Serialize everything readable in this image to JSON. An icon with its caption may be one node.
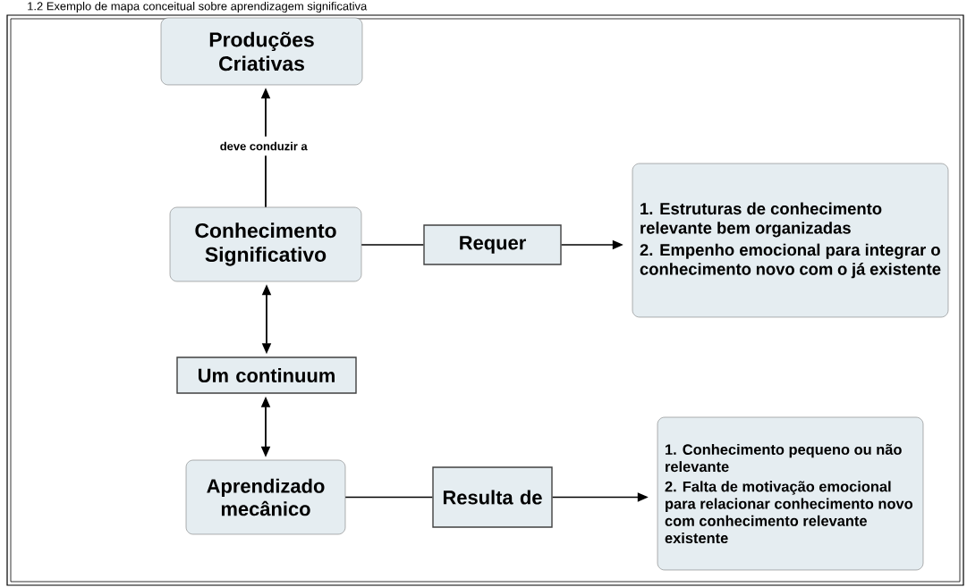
{
  "diagram": {
    "title": "1.2 Exemplo de mapa conceitual sobre aprendizagem significativa",
    "nodes": [
      {
        "text": [
          "Produções Criativas"
        ]
      },
      {
        "text": [
          "Conhecimento Significativo"
        ]
      },
      {
        "text": [
          "Requer"
        ]
      },
      {
        "text": [
          "1. Estruturas de conhecimento relevante bem organizadas",
          "2. Empenho emocional para integrar o conhecimento novo com o já existente"
        ]
      },
      {
        "text": [
          "Um continuum"
        ]
      },
      {
        "text": [
          "Aprendizado mecânico"
        ]
      },
      {
        "text": [
          "Resulta de"
        ]
      },
      {
        "text": [
          "1. Conhecimento pequeno ou não relevante",
          "2. Falta de motivação emocional para relacionar conhecimento novo com conhecimento relevante existente"
        ]
      }
    ],
    "edges": [
      {
        "from": 1,
        "to": 0,
        "arrow": "to",
        "label": "deve conduzir a"
      },
      {
        "from": 1,
        "to": 2,
        "arrow": "none"
      },
      {
        "from": 2,
        "to": 3,
        "arrow": "to"
      },
      {
        "from": 1,
        "to": 4,
        "arrow": "both"
      },
      {
        "from": 4,
        "to": 5,
        "arrow": "both"
      },
      {
        "from": 5,
        "to": 6,
        "arrow": "none"
      },
      {
        "from": 6,
        "to": 7,
        "arrow": "to"
      }
    ]
  }
}
